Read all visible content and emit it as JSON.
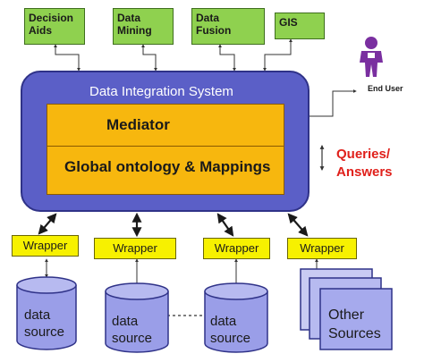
{
  "top_boxes": {
    "decision_aids": "Decision\nAids",
    "data_mining": "Data\nMining",
    "data_fusion": "Data\nFusion",
    "gis": "GIS"
  },
  "system": {
    "title": "Data Integration System",
    "mediator": "Mediator",
    "global": "Global ontology & Mappings"
  },
  "queries_answers": "Queries/\nAnswers",
  "end_user": "End User",
  "wrappers": [
    "Wrapper",
    "Wrapper",
    "Wrapper",
    "Wrapper"
  ],
  "sources": {
    "data_source": "data\nsource",
    "other_sources": "Other\nSources"
  },
  "colors": {
    "system_fill": "#5b5fc7",
    "mediator_fill": "#f7b70e",
    "top_box_fill": "#8fd14f",
    "wrapper_fill": "#f7f100",
    "cylinder_fill": "#9a9ee8",
    "queries_text": "#e0201b",
    "end_user_icon": "#7a2fa0"
  }
}
